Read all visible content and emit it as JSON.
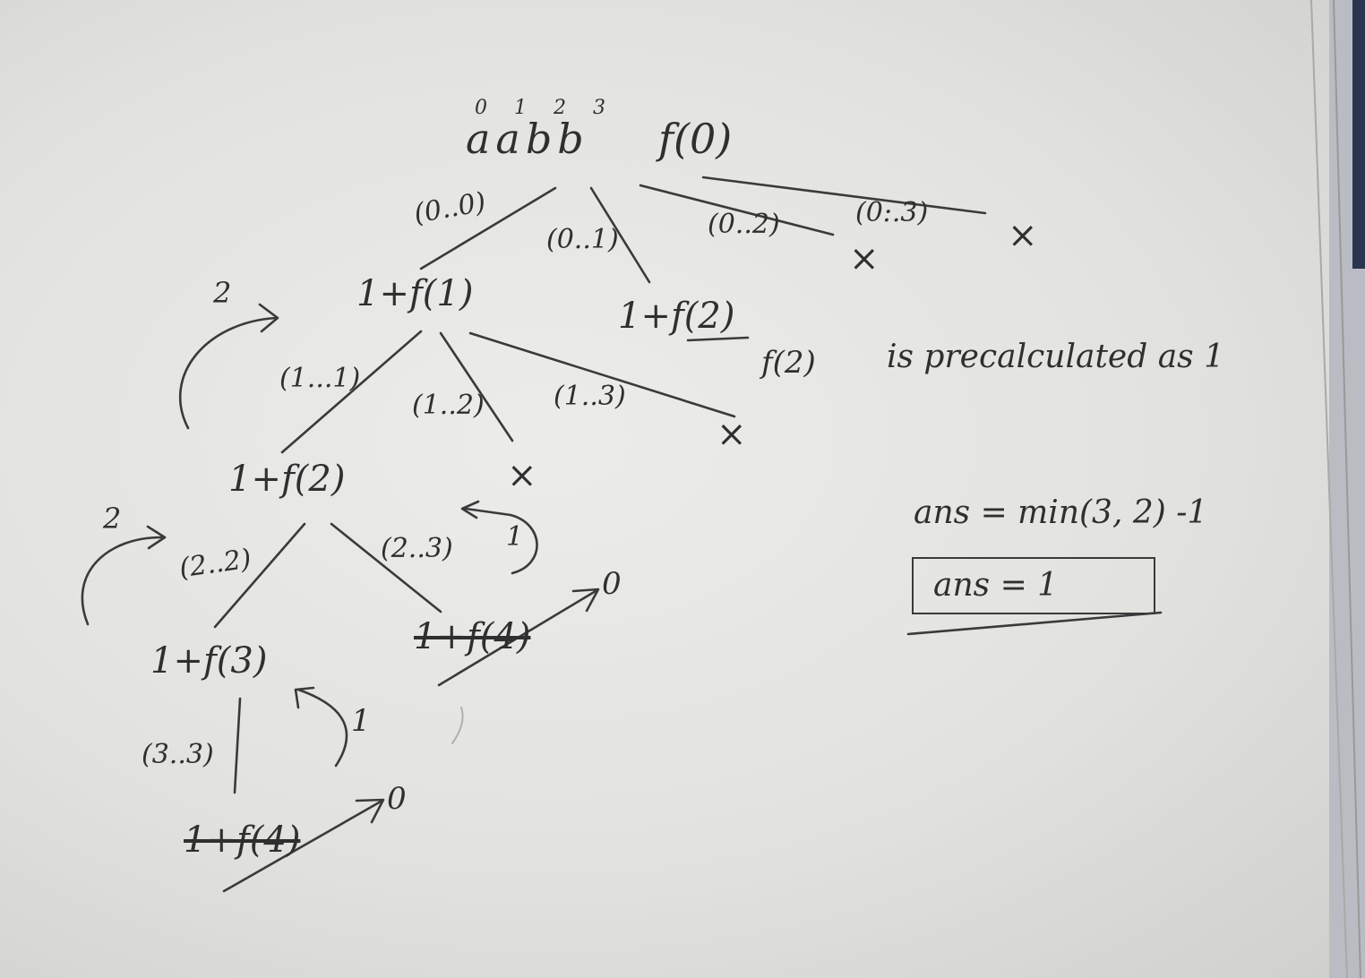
{
  "diagram": {
    "root": {
      "indices": [
        "0",
        "1",
        "2",
        "3"
      ],
      "string": "aabb",
      "call": "f(0)"
    },
    "edges": {
      "e00": "(0..0)",
      "e01": "(0..1)",
      "e02": "(0..2)",
      "e03": "(0:.3)",
      "e11": "(1...1)",
      "e12": "(1..2)",
      "e13": "(1..3)",
      "e22": "(2..2)",
      "e23": "(2..3)",
      "e33": "(3..3)"
    },
    "nodes": {
      "n_f1": "1+f(1)",
      "n_f2_top": "1+f(2)",
      "n_f2": "1+f(2)",
      "n_f3": "1+f(3)",
      "n_f4_right": "1+f(4)",
      "n_f4_bottom": "1+f(4)"
    },
    "marks": {
      "cross": "×"
    },
    "returns": {
      "r_f1": "2",
      "r_f2": "2",
      "r_f3": "1",
      "r_f4_small": "1",
      "zero_right": "0",
      "zero_bottom": "0"
    },
    "note": {
      "call": "f(2)",
      "text": "is precalculated as 1"
    },
    "result": {
      "equation": "ans = min(3, 2) -1",
      "answer": "ans  =  1"
    }
  }
}
